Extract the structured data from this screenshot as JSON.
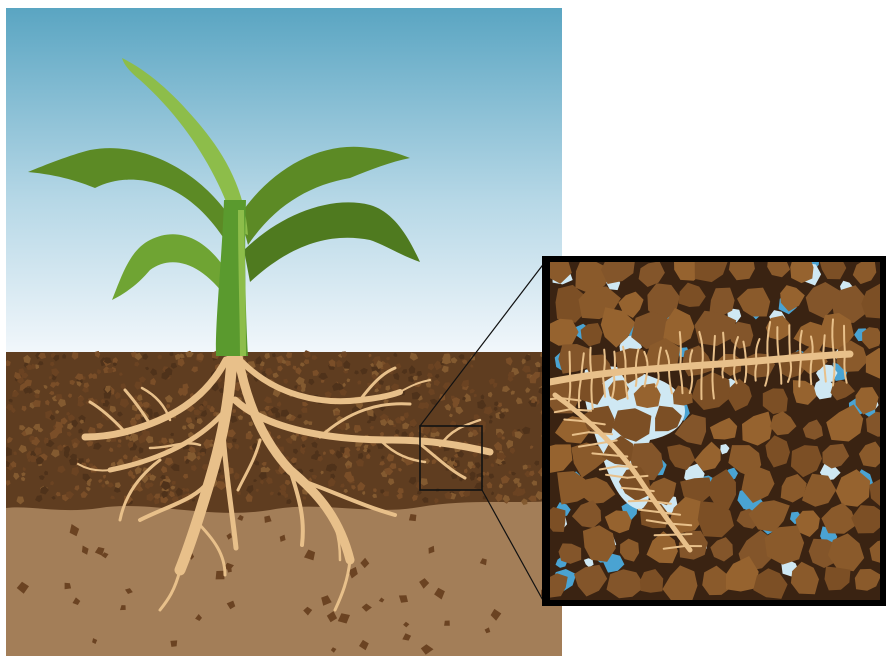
{
  "figure": {
    "subject": "plant-root-soil-illustration",
    "elements": [
      "sky",
      "plant-shoot",
      "topsoil",
      "subsoil",
      "root-system",
      "zoom-marker",
      "zoom-panel"
    ]
  },
  "colors": {
    "sky_top": "#5aa5c2",
    "sky_bottom": "#f2f7fb",
    "topsoil": "#5f3d20",
    "subsoil": "#a37e58",
    "root": "#e8c08a",
    "leaf_dark": "#4f7a1f",
    "leaf_light": "#86b443",
    "stem": "#4f8d2a",
    "soil_particle": "#7a4a22",
    "pore_water": "#4aa3d2",
    "pore_air": "#c8e5f2",
    "frame": "#000000"
  }
}
